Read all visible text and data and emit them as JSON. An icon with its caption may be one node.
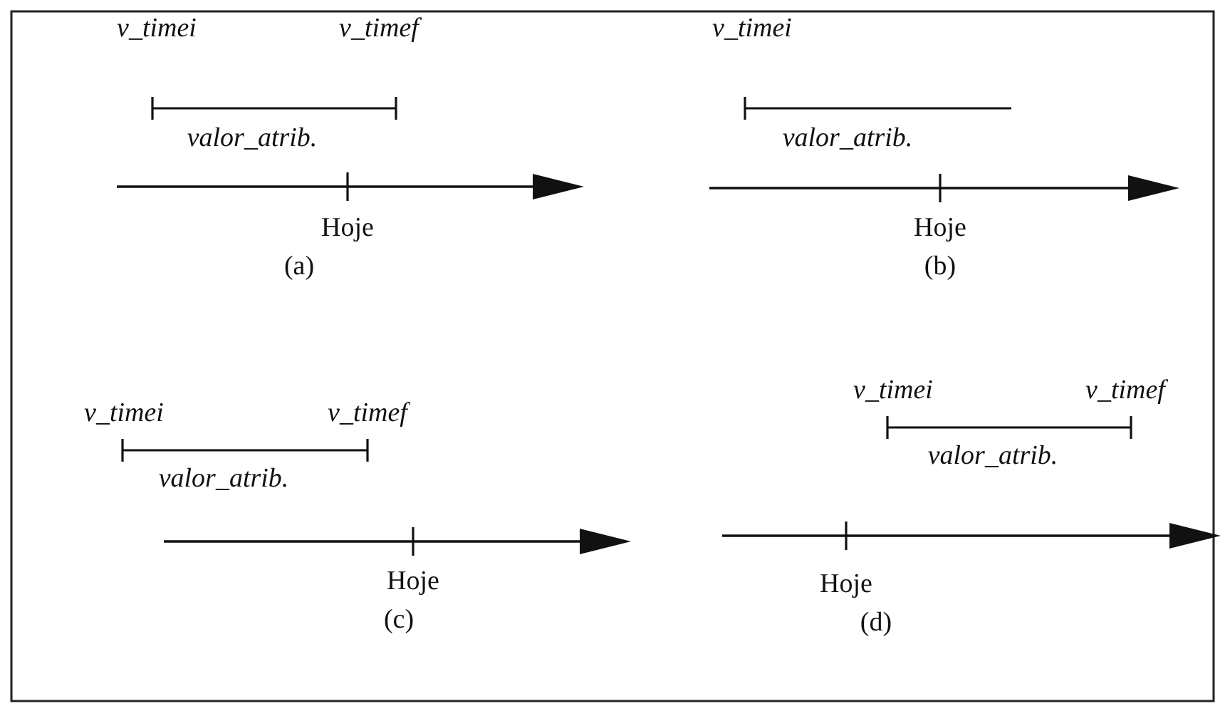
{
  "diagram": {
    "labels": [
      "v_timei",
      "v_timef",
      "valor_atrib.",
      "Hoje",
      "(a)",
      "v_timei",
      "valor_atrib.",
      "Hoje",
      "(b)",
      "v_timei",
      "v_timef",
      "valor_atrib.",
      "Hoje",
      "(c)",
      "v_timei",
      "v_timef",
      "valor_atrib.",
      "Hoje",
      "(d)"
    ]
  }
}
